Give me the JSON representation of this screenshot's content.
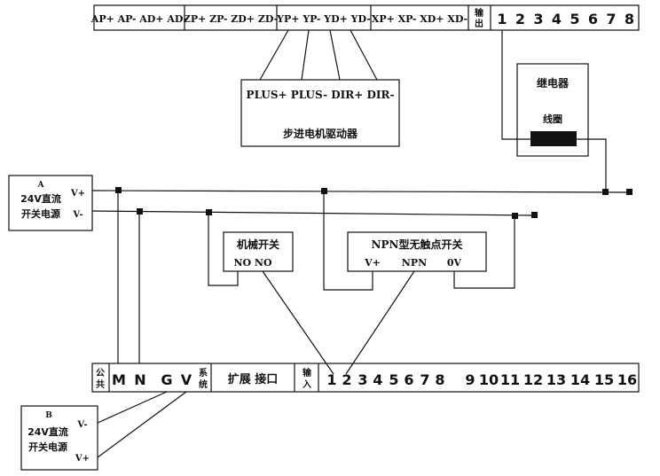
{
  "top_terminal": {
    "groups": [
      "AP+ AP- AD+ AD-",
      "ZP+ ZP- ZD+ ZD-",
      "YP+ YP- YD+ YD-",
      "XP+ XP- XD+ XD-"
    ],
    "output_label_1": "输",
    "output_label_2": "出",
    "output_numbers": [
      "1",
      "2",
      "3",
      "4",
      "5",
      "6",
      "7",
      "8"
    ]
  },
  "stepper_driver": {
    "pins": "PLUS+ PLUS- DIR+ DIR-",
    "title": "步进电机驱动器"
  },
  "relay": {
    "title": "继电器",
    "coil_label": "线圈"
  },
  "power_a": {
    "name": "A",
    "line1": "24V直流",
    "line2": "开关电源",
    "v_plus": "V+",
    "v_minus": "V-"
  },
  "mechanical_switch": {
    "title": "机械开关",
    "pins": "NO  NO"
  },
  "npn_switch": {
    "title": "NPN型无触点开关",
    "pin_v": "V+",
    "pin_npn": "NPN",
    "pin_0v": "0V"
  },
  "bottom_terminal": {
    "common_1": "公",
    "common_2": "共",
    "m": "M",
    "n": "N",
    "g": "G",
    "v": "V",
    "system_1": "系",
    "system_2": "统",
    "expansion": "扩展 接口",
    "input_1": "输",
    "input_2": "入",
    "input_numbers": [
      "1",
      "2",
      "3",
      "4",
      "5",
      "6",
      "7",
      "8",
      "9",
      "10",
      "11",
      "12",
      "13",
      "14",
      "15",
      "16"
    ]
  },
  "power_b": {
    "name": "B",
    "line1": "24V直流",
    "line2": "开关电源",
    "v_minus": "V-",
    "v_plus": "V+"
  }
}
